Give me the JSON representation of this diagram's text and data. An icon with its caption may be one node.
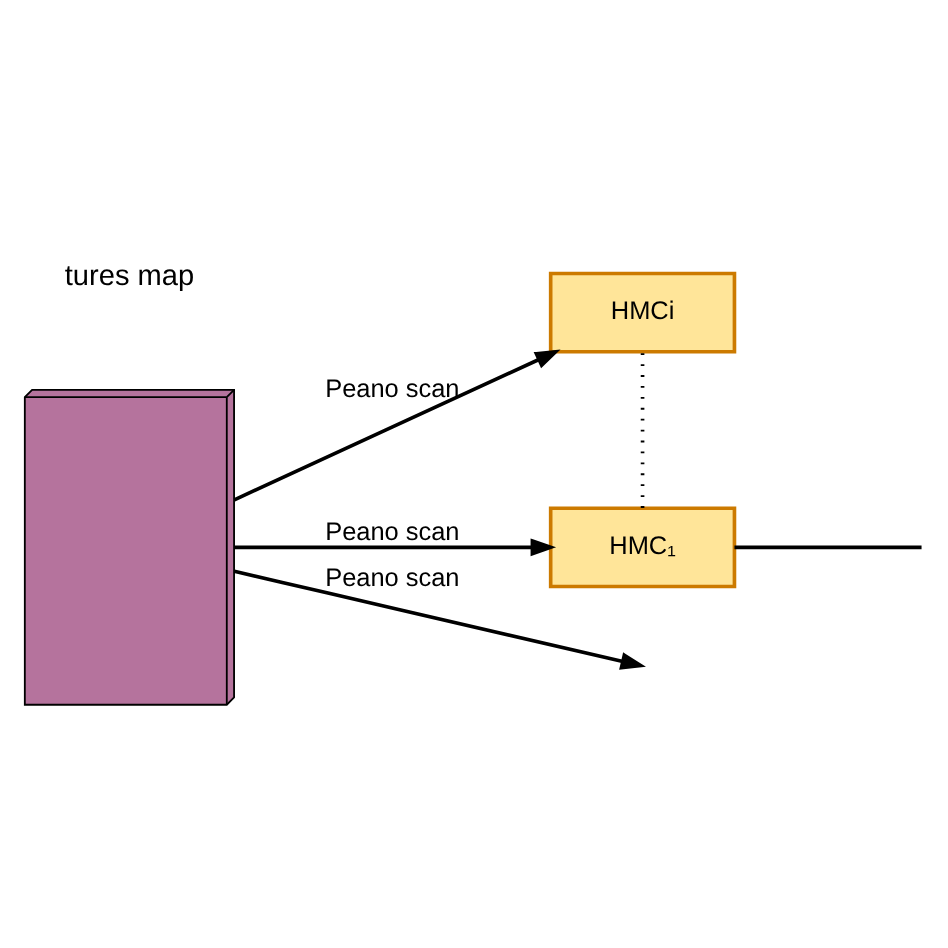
{
  "diagram": {
    "nodes": [
      {
        "text": [],
        "shape": "box"
      },
      {
        "text": [
          "HMCi"
        ]
      },
      {
        "text": [
          "HMC₁"
        ]
      }
    ],
    "edges": [
      {
        "from": 0,
        "to": null,
        "arrow": "to",
        "label": "Peano scan"
      },
      {
        "from": 0,
        "to": 1,
        "arrow": "to",
        "label": "Peano scan"
      },
      {
        "from": 0,
        "to": 2,
        "arrow": "to",
        "label": "Peano scan"
      },
      {
        "from": 2,
        "to": 1,
        "arrow": "none",
        "style": "dashed"
      },
      {
        "from": 2,
        "to": null,
        "arrow": "none"
      }
    ],
    "labels": [
      "tures map"
    ]
  }
}
